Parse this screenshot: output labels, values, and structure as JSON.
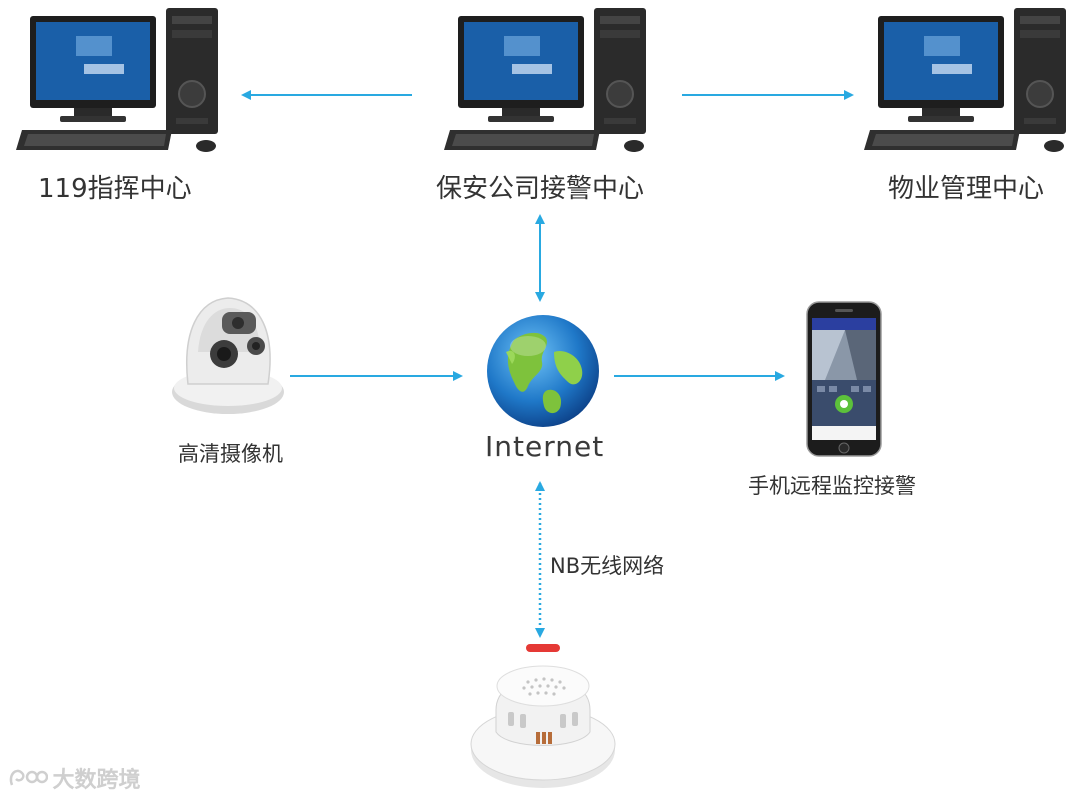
{
  "nodes": {
    "fire_center": {
      "label": "119指挥中心",
      "icon": "desktop-computer-icon"
    },
    "security_center": {
      "label": "保安公司接警中心",
      "icon": "desktop-computer-icon"
    },
    "property_center": {
      "label": "物业管理中心",
      "icon": "desktop-computer-icon"
    },
    "camera": {
      "label": "高清摄像机",
      "icon": "dome-camera-icon"
    },
    "internet": {
      "label": "Internet",
      "icon": "globe-icon"
    },
    "phone": {
      "label": "手机远程监控接警",
      "icon": "smartphone-icon"
    },
    "smoke_detector": {
      "label": "",
      "icon": "smoke-detector-icon"
    }
  },
  "links": {
    "nb_network": {
      "label": "NB无线网络",
      "style": "dotted"
    }
  },
  "watermark": {
    "text": "大数跨境"
  },
  "colors": {
    "arrow": "#29a9e1",
    "monitor_screen": "#1a5fa8",
    "globe_ocean": "#1f78c8",
    "globe_land": "#7ec23c",
    "detector_led": "#e53935"
  }
}
